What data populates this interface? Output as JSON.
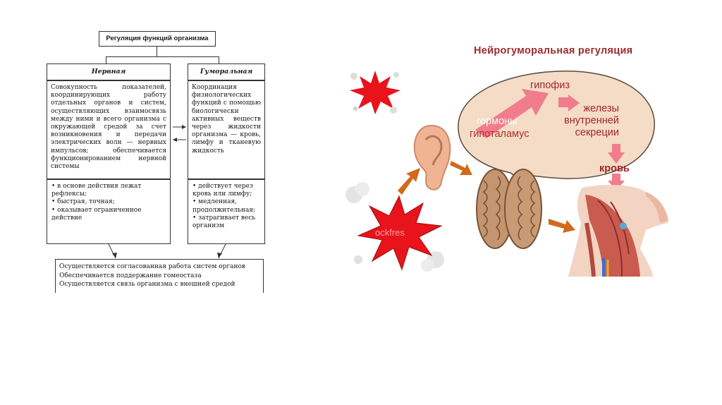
{
  "left_diagram": {
    "title": "Регуляция функций организма",
    "nervous": {
      "header": "Нервная",
      "description": "Совокупность показателей, координирующих работу отдельных органов и систем, осуществляющих взаимосвязь между ними и всего организма с окружающей средой за счет возникновения и передачи электрических волн — нервных импульсов; обеспечивается функционированием нервной системы",
      "bullets": [
        "в основе действия лежат рефлексы;",
        "быстрая, точная;",
        "оказывает ограниченное действие"
      ]
    },
    "humoral": {
      "header": "Гуморальная",
      "description": "Координация физиологических функций с помощью биологически активных веществ через жидкости организма — кровь, лимфу и тканевую жидкость",
      "bullets": [
        "действует через кровь или лимфу;",
        "медленная, продолжительная;",
        "затрагивает весь организм"
      ]
    },
    "outcome": [
      "Осуществляется согласованная работа систем органов",
      "Обеспечивается поддержание гомеостаза",
      "Осуществляется связь организма с внешней средой"
    ]
  },
  "right_diagram": {
    "title": "Нейрогуморальная  регуляция",
    "bubble": {
      "pituitary": "гипофиз",
      "hormones": "гормоны",
      "hypothalamus": "гипоталамус",
      "glands": "железы\nвнутренней\nсекреции"
    },
    "blood": "кровь",
    "watermark": "ockfres",
    "colors": {
      "title": "#9e2b2b",
      "arrow_pink": "#f07c8c",
      "arrow_orange": "#d2691e",
      "bubble_fill": "#f4dcc6",
      "burst_red": "#e8131b"
    }
  }
}
